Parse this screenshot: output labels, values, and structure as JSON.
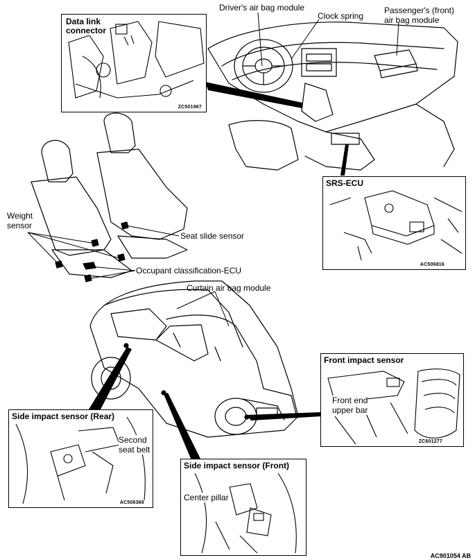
{
  "labels": {
    "data_link_connector": "Data link\nconnector",
    "drivers_air_bag_module": "Driver's air bag module",
    "clock_spring": "Clock spring",
    "passengers_air_bag_module_l1": "Passenger's (front)",
    "passengers_air_bag_module_l2": "air bag module",
    "srs_ecu": "SRS-ECU",
    "weight_sensor_l1": "Weight",
    "weight_sensor_l2": "sensor",
    "seat_slide_sensor": "Seat slide sensor",
    "occupant_classification_ecu": "Occupant classification-ECU",
    "curtain_air_bag_module": "Curtain air bag module",
    "front_impact_sensor": "Front impact sensor",
    "front_end_upper_bar_l1": "Front end",
    "front_end_upper_bar_l2": "upper bar",
    "side_impact_sensor_rear": "Side impact sensor (Rear)",
    "second_seat_belt_l1": "Second",
    "second_seat_belt_l2": "seat belt",
    "side_impact_sensor_front": "Side impact sensor (Front)",
    "center_pillar": "Center pillar"
  },
  "codes": {
    "dlc_inset": "ZC501967",
    "srs_ecu_inset": "AC506816",
    "front_impact_inset": "ZC601277",
    "side_rear_inset": "AC506366",
    "figure_ref": "AC901054 AB"
  }
}
